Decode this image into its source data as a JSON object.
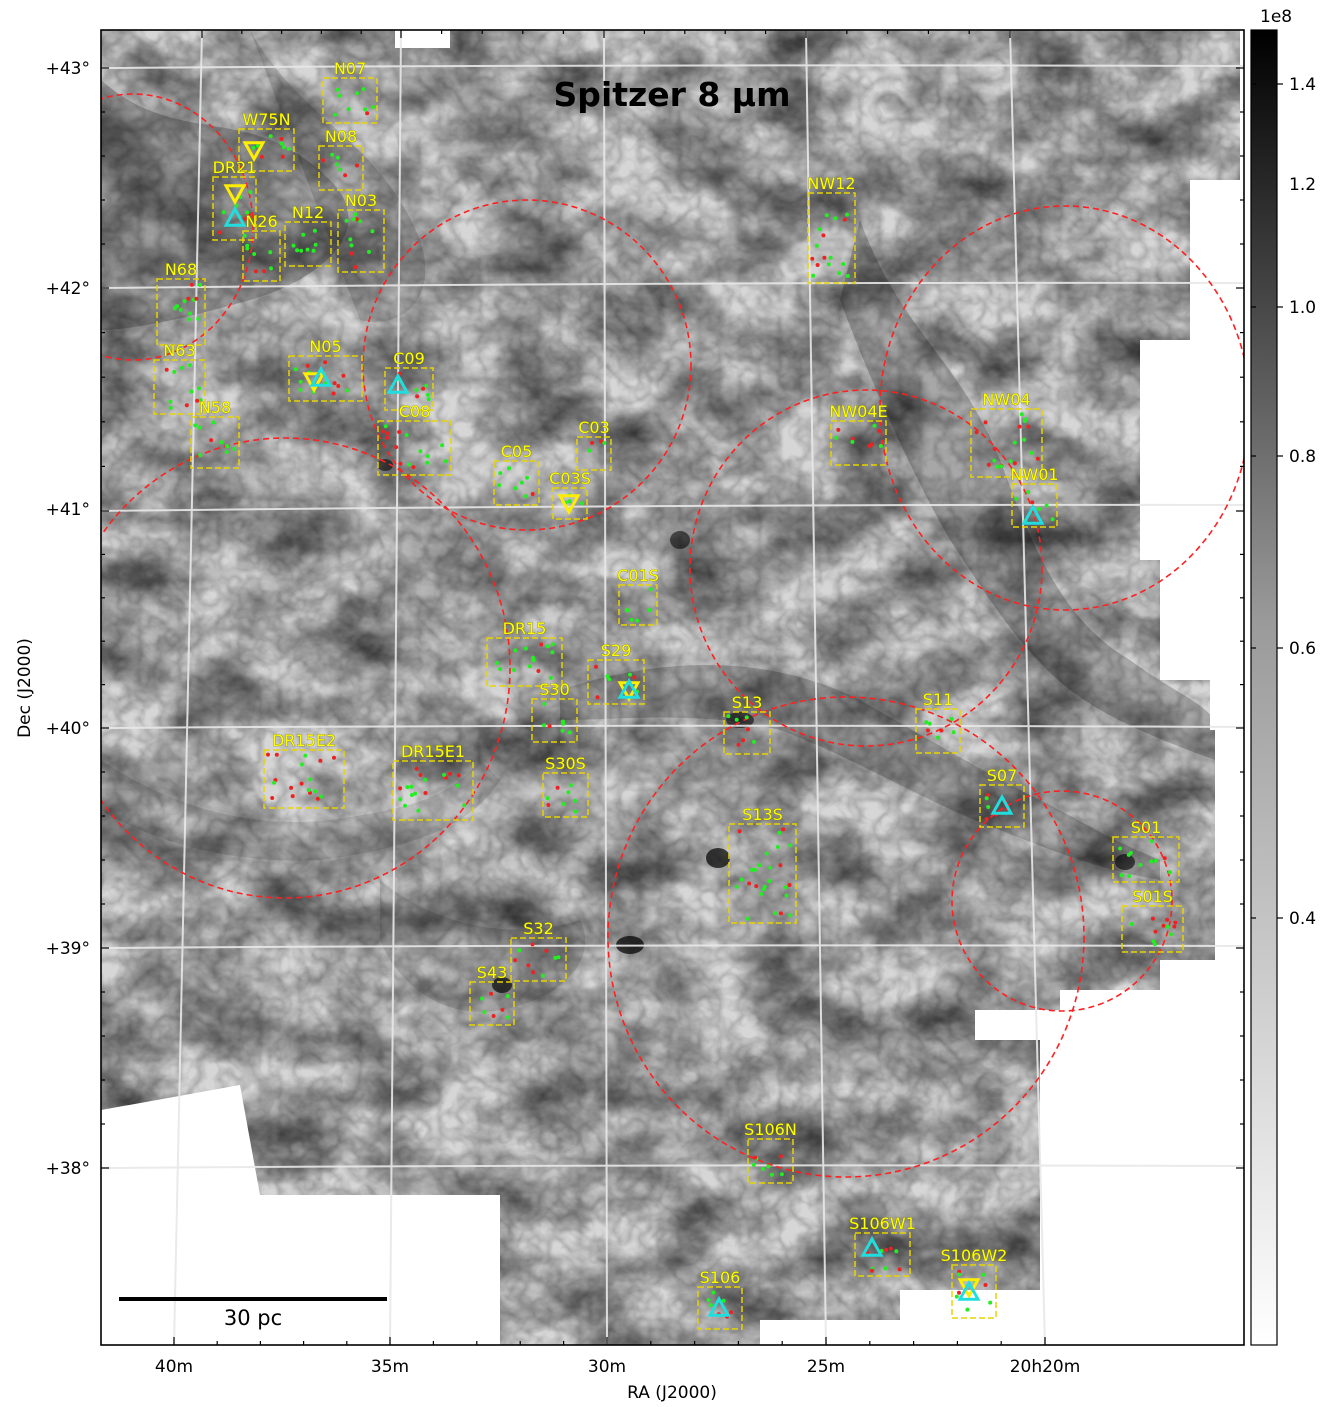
{
  "title": "Spitzer 8 µm",
  "axes": {
    "x_label": "RA (J2000)",
    "y_label": "Dec (J2000)",
    "ra_ticks": [
      "40m",
      "35m",
      "30m",
      "25m",
      "20h20m"
    ],
    "dec_ticks": [
      "+43°",
      "+42°",
      "+41°",
      "+40°",
      "+39°",
      "+38°"
    ]
  },
  "colorbar": {
    "exponent": "1e8",
    "ticks": [
      "1.4",
      "1.2",
      "1.0",
      "0.8",
      "0.6",
      "0.4"
    ],
    "colormap": "gray_r"
  },
  "scalebar": {
    "label": "30 pc"
  },
  "colors": {
    "region_box": "#e8d400",
    "region_label": "#ffff00",
    "circle": "#ff2020",
    "source_green": "#22ee22",
    "source_red": "#ee2222",
    "marker_yellow": "#ffee00",
    "marker_cyan": "#22dddd",
    "grid": "#e8e8e8"
  },
  "regions": [
    {
      "name": "N07"
    },
    {
      "name": "W75N"
    },
    {
      "name": "N08"
    },
    {
      "name": "DR21"
    },
    {
      "name": "N26"
    },
    {
      "name": "N12"
    },
    {
      "name": "N03"
    },
    {
      "name": "N68"
    },
    {
      "name": "N63"
    },
    {
      "name": "N05"
    },
    {
      "name": "C09"
    },
    {
      "name": "N58"
    },
    {
      "name": "C08"
    },
    {
      "name": "C03"
    },
    {
      "name": "C05"
    },
    {
      "name": "C03S"
    },
    {
      "name": "NW12"
    },
    {
      "name": "NW04E"
    },
    {
      "name": "NW04"
    },
    {
      "name": "NW01"
    },
    {
      "name": "C01S"
    },
    {
      "name": "DR15"
    },
    {
      "name": "S29"
    },
    {
      "name": "S30"
    },
    {
      "name": "S13"
    },
    {
      "name": "S11"
    },
    {
      "name": "DR15E2"
    },
    {
      "name": "DR15E1"
    },
    {
      "name": "S30S"
    },
    {
      "name": "S07"
    },
    {
      "name": "S13S"
    },
    {
      "name": "S01"
    },
    {
      "name": "S01S"
    },
    {
      "name": "S32"
    },
    {
      "name": "S43"
    },
    {
      "name": "S106N"
    },
    {
      "name": "S106W1"
    },
    {
      "name": "S106W2"
    },
    {
      "name": "S106"
    }
  ],
  "markers": [
    {
      "region": "W75N",
      "symbol": "down-triangle",
      "color": "yellow"
    },
    {
      "region": "DR21",
      "symbol": "down-triangle",
      "color": "yellow"
    },
    {
      "region": "DR21",
      "symbol": "up-triangle",
      "color": "cyan"
    },
    {
      "region": "N05",
      "symbol": "down-triangle",
      "color": "yellow"
    },
    {
      "region": "N05",
      "symbol": "up-triangle",
      "color": "cyan"
    },
    {
      "region": "C09",
      "symbol": "up-triangle",
      "color": "cyan"
    },
    {
      "region": "C03S",
      "symbol": "down-triangle",
      "color": "yellow"
    },
    {
      "region": "NW01",
      "symbol": "up-triangle",
      "color": "cyan"
    },
    {
      "region": "S29",
      "symbol": "down-triangle",
      "color": "yellow"
    },
    {
      "region": "S29",
      "symbol": "up-triangle",
      "color": "cyan"
    },
    {
      "region": "S07",
      "symbol": "up-triangle",
      "color": "cyan"
    },
    {
      "region": "S106W1",
      "symbol": "up-triangle",
      "color": "cyan"
    },
    {
      "region": "S106W2",
      "symbol": "down-triangle",
      "color": "yellow"
    },
    {
      "region": "S106W2",
      "symbol": "up-triangle",
      "color": "cyan"
    },
    {
      "region": "S106",
      "symbol": "up-triangle",
      "color": "cyan"
    }
  ]
}
